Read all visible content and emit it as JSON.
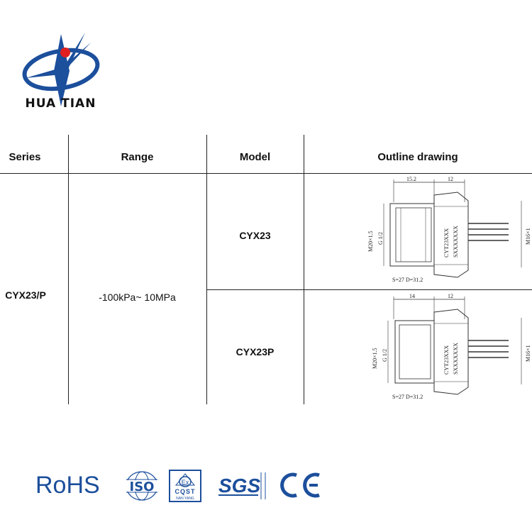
{
  "brand": {
    "name": "HUA TIAN"
  },
  "table": {
    "headers": {
      "series": "Series",
      "range": "Range",
      "model": "Model",
      "outline": "Outline drawing"
    },
    "series": "CYX23/P",
    "range": "-100kPa~ 10MPa",
    "rows": [
      {
        "model": "CYX23",
        "dims": {
          "left": "15.2",
          "right": "12",
          "thread": "M20×1.5",
          "g": "G 1/2",
          "hex": "S=27 D=31.2",
          "m": "M16×1",
          "body1": "CYT23XXX",
          "body2": "SXXXXXXX"
        }
      },
      {
        "model": "CYX23P",
        "dims": {
          "left": "14",
          "right": "12",
          "thread": "M20×1.5",
          "g": "G 1/2",
          "hex": "S=27 D=31.2",
          "m": "M16×1",
          "body1": "CYT23XXX",
          "body2": "SXXXXXXX"
        }
      }
    ]
  },
  "certifications": {
    "rohs": "RoHS",
    "iso": "ISO",
    "ex": "Ex",
    "cqst": "CQST",
    "nanyang": "NAN YANG",
    "sgs": "SGS",
    "ce": "CE"
  },
  "colors": {
    "brand_blue": "#1c4f9c",
    "logo_red": "#e02020"
  }
}
